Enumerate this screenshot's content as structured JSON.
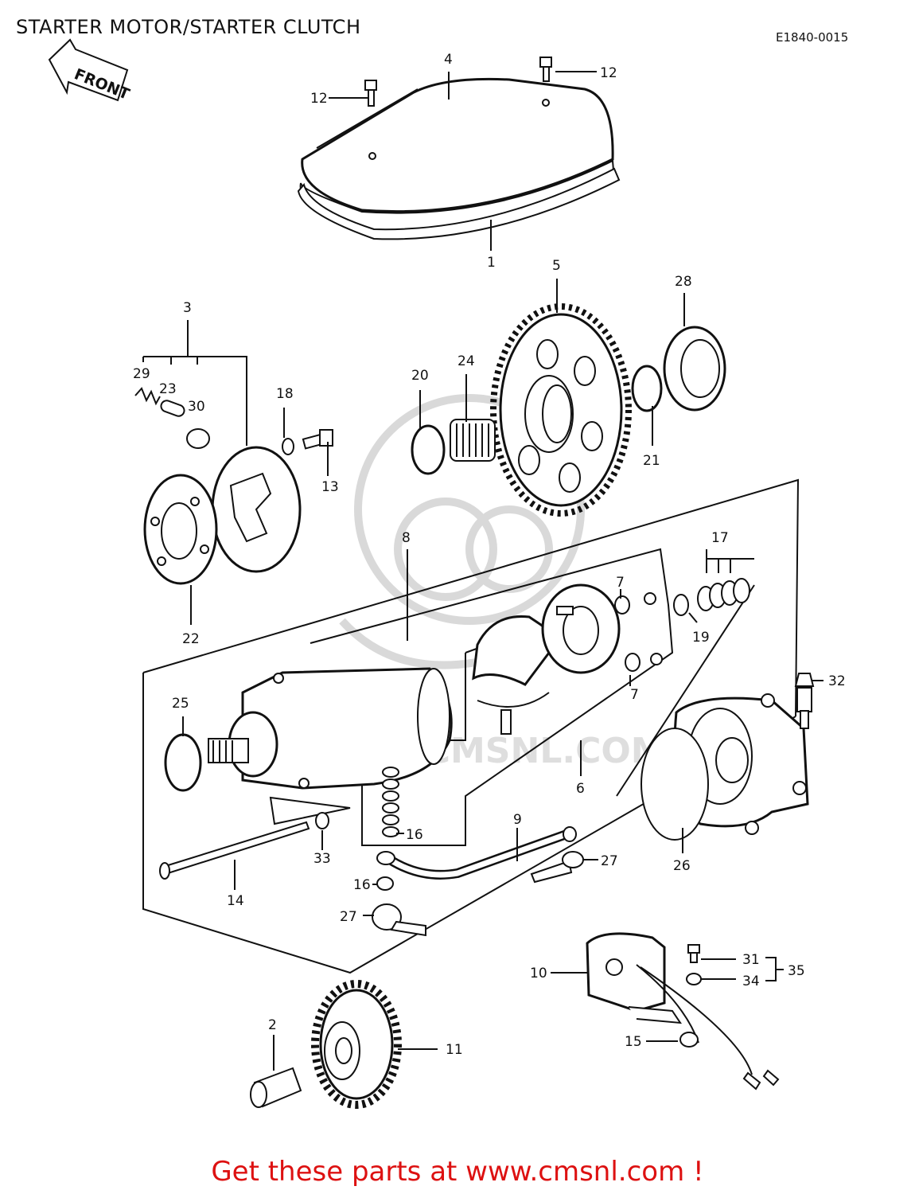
{
  "title": "STARTER MOTOR/STARTER CLUTCH",
  "diagram_code": "E1840-0015",
  "front_label": "FRONT",
  "watermark": "WWW.CMSNL.COM",
  "footer": "Get these parts at www.cmsnl.com !",
  "callouts": {
    "c1": "1",
    "c2": "2",
    "c3": "3",
    "c4": "4",
    "c5": "5",
    "c6": "6",
    "c7a": "7",
    "c7b": "7",
    "c8": "8",
    "c9": "9",
    "c10": "10",
    "c11": "11",
    "c12a": "12",
    "c12b": "12",
    "c13": "13",
    "c14": "14",
    "c15": "15",
    "c16a": "16",
    "c16b": "16",
    "c17": "17",
    "c18": "18",
    "c19": "19",
    "c20": "20",
    "c21": "21",
    "c22": "22",
    "c23": "23",
    "c24": "24",
    "c25": "25",
    "c26": "26",
    "c27a": "27",
    "c27b": "27",
    "c28": "28",
    "c29": "29",
    "c30": "30",
    "c31": "31",
    "c32": "32",
    "c33": "33",
    "c34": "34",
    "c35": "35"
  },
  "colors": {
    "footer": "#dd1111",
    "ink": "#111111",
    "watermark": "#d9d9d9"
  }
}
